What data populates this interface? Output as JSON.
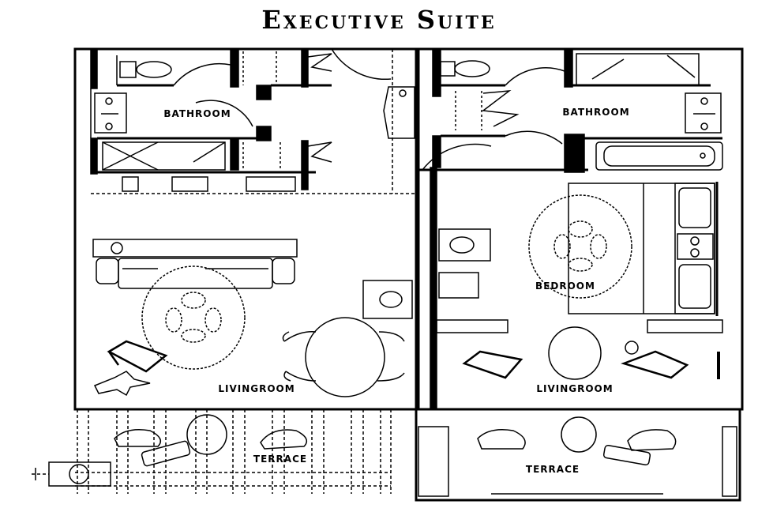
{
  "title": "Executive Suite",
  "rooms": {
    "left_bathroom": "BATHROOM",
    "right_bathroom": "BATHROOM",
    "bedroom": "BEDROOM",
    "left_livingroom": "LIVINGROOM",
    "right_livingroom": "LIVINGROOM",
    "left_terrace": "TERRACE",
    "right_terrace": "TERRACE"
  }
}
